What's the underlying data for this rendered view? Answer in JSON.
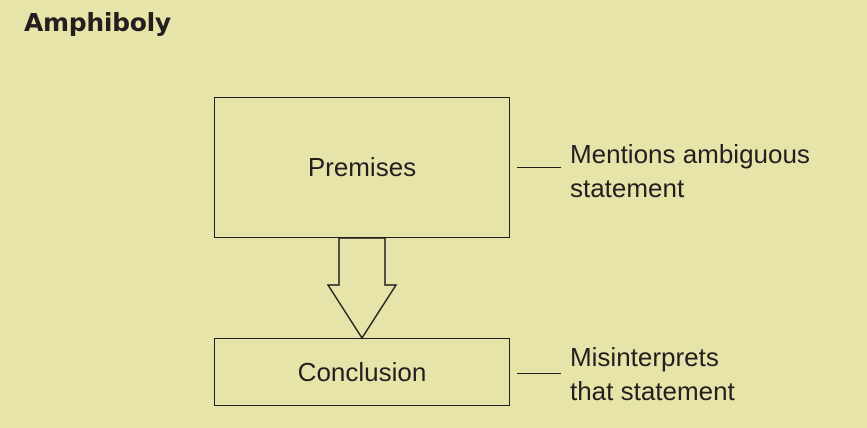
{
  "title": "Amphiboly",
  "boxes": {
    "premises": "Premises",
    "conclusion": "Conclusion"
  },
  "notes": {
    "premises": [
      "Mentions ambiguous",
      "statement"
    ],
    "conclusion": [
      "Misinterprets",
      "that statement"
    ]
  }
}
